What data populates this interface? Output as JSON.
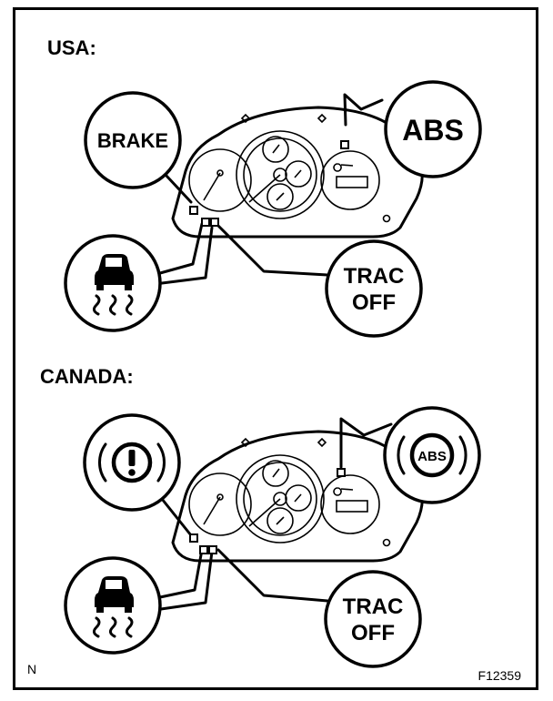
{
  "sections": [
    {
      "heading": "USA:",
      "callouts": {
        "brake": "BRAKE",
        "abs": "ABS",
        "slip": "slip-indicator-icon",
        "trac_line1": "TRAC",
        "trac_line2": "OFF"
      }
    },
    {
      "heading": "CANADA:",
      "callouts": {
        "brake": "brake-warning-symbol-icon",
        "abs": "ABS",
        "slip": "slip-indicator-icon",
        "trac_line1": "TRAC",
        "trac_line2": "OFF"
      }
    }
  ],
  "footer": {
    "left_mark": "N",
    "figure_id": "F12359"
  }
}
